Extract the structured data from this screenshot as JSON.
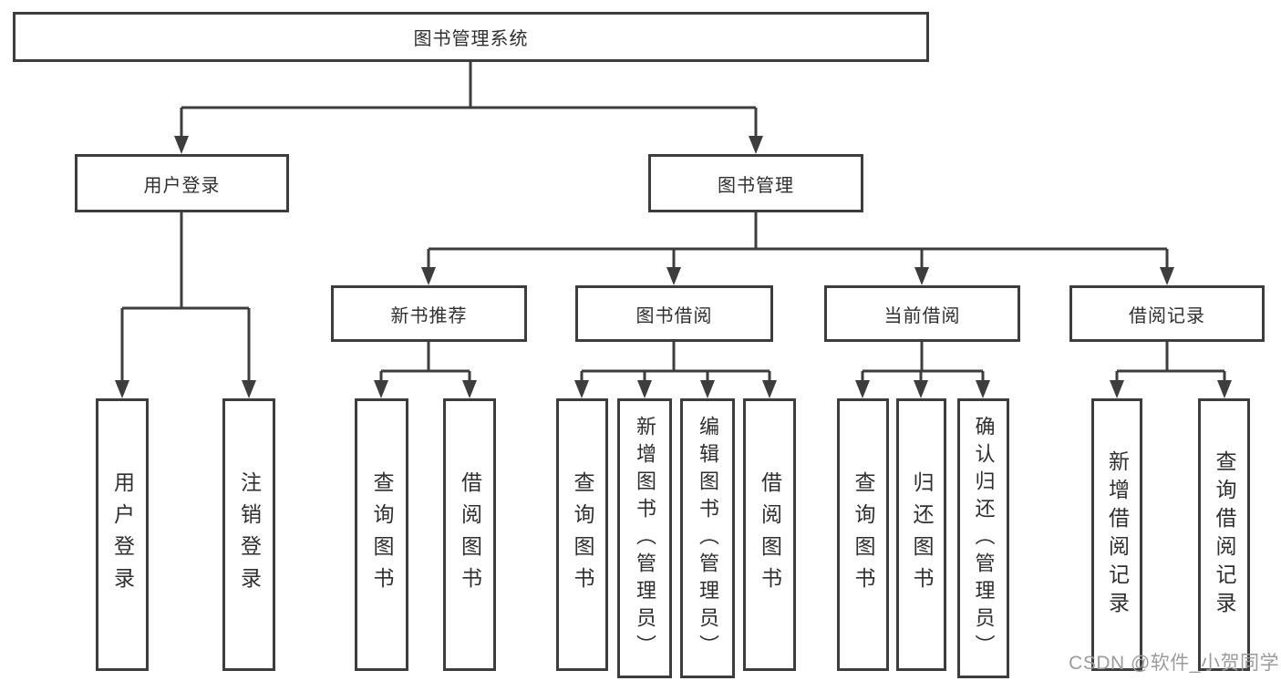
{
  "nodes": {
    "root": "图书管理系统",
    "branches": [
      "用户登录",
      "图书管理"
    ],
    "sections": [
      "新书推荐",
      "图书借阅",
      "当前借阅",
      "借阅记录"
    ],
    "leaves": [
      "用户登录",
      "注销登录",
      "查询图书",
      "借阅图书",
      "查询图书",
      "新增图书（管理员）",
      "编辑图书（管理员）",
      "借阅图书",
      "查询图书",
      "归还图书",
      "确认归还（管理员）",
      "新增借阅记录",
      "查询借阅记录"
    ]
  },
  "watermark": {
    "text": "CSDN @软件_小贺同学"
  },
  "colors": {
    "line": "#3d3d3d",
    "text": "#2f2f2f",
    "background": "#ffffff",
    "watermark": "#9b9b9b"
  }
}
